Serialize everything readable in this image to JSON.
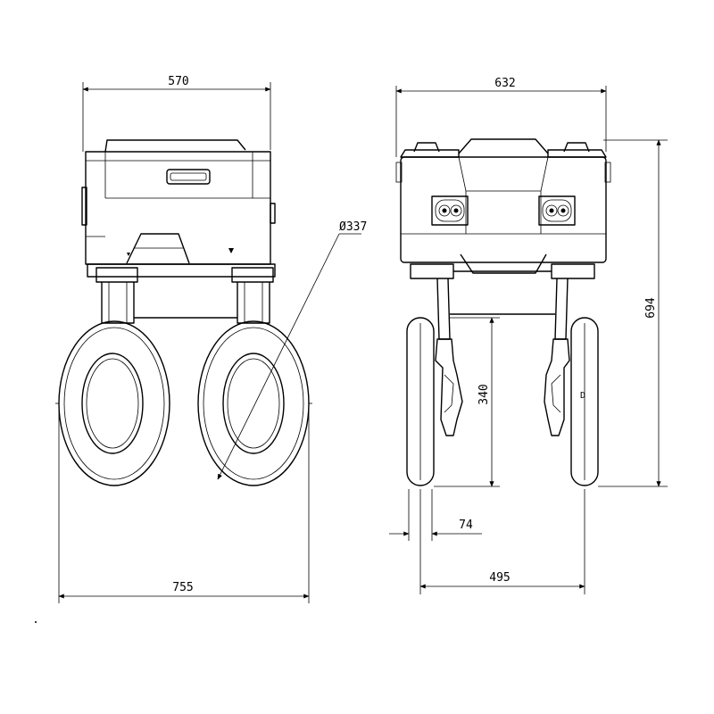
{
  "drawing": {
    "dimensions": {
      "front_width": "570",
      "side_width": "632",
      "wheel_diameter": "Ø337",
      "overall_height": "694",
      "axle_height": "340",
      "wheel_width": "74",
      "wheel_track": "495",
      "overall_width": "755"
    }
  }
}
